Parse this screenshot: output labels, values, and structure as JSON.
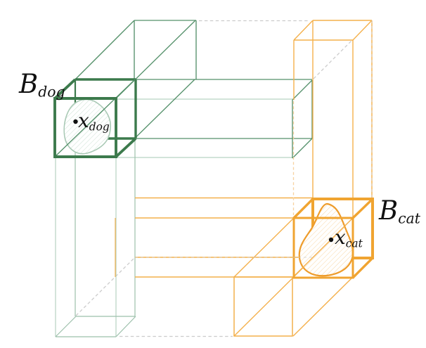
{
  "figure": {
    "description": "3D concept-box diagram: two axis-aligned boxes inside a wireframe cube, each box drawn with axis pillars, containing a hatched blob region with a labeled point",
    "labels": {
      "dog_box": {
        "base": "B",
        "sub": "dog"
      },
      "dog_point": {
        "base": "x",
        "sub": "dog"
      },
      "cat_box": {
        "base": "B",
        "sub": "cat"
      },
      "cat_point": {
        "base": "x",
        "sub": "cat"
      }
    },
    "colors": {
      "dog_primary": "#3c7a4c",
      "dog_medium": "#55916b",
      "dog_pale": "#b7d3c2",
      "dog_pale2": "#9cc0ab",
      "dog_blob_outline": "#a9c9b5",
      "dog_hatch": "#cfe2d6",
      "cat_primary": "#f0a431",
      "cat_medium": "#f4b04b",
      "cat_pale": "#f7d2a0",
      "cat_blob_outline": "#ee9c2b",
      "cat_hatch": "#f8d9ab",
      "hidden_edge_gray": "#cccccc",
      "ink": "#111111",
      "background": "#ffffff"
    }
  }
}
